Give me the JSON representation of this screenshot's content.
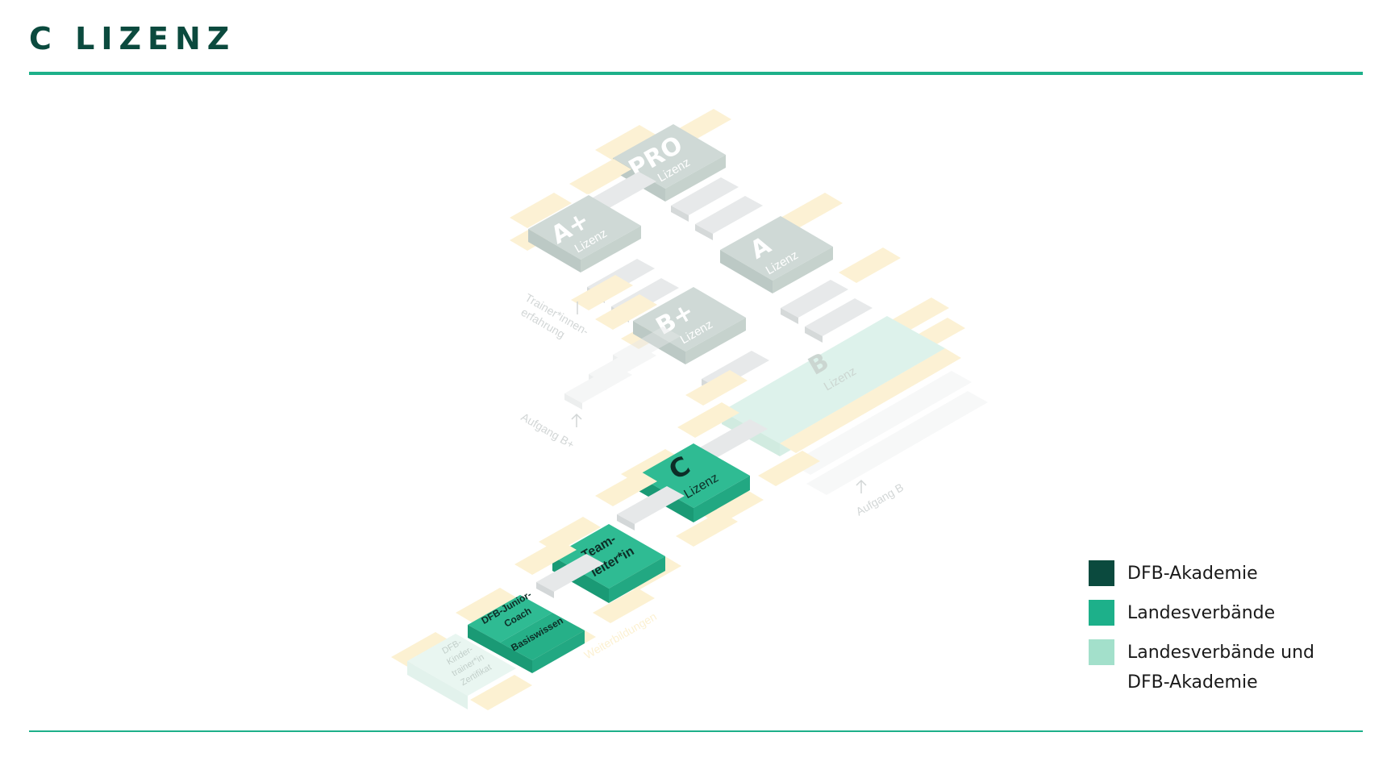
{
  "header": {
    "title": "C LIZENZ"
  },
  "blocks": {
    "pro": {
      "line1": "PRO",
      "line2": "Lizenz"
    },
    "aplus": {
      "line1": "A+",
      "line2": "Lizenz"
    },
    "a": {
      "line1": "A",
      "line2": "Lizenz"
    },
    "bplus": {
      "line1": "B+",
      "line2": "Lizenz"
    },
    "b": {
      "line1": "B",
      "line2": "Lizenz"
    },
    "c": {
      "line1": "C",
      "line2": "Lizenz"
    },
    "teamleiter": {
      "line1": "Team-",
      "line2": "leiter*in"
    },
    "junior": {
      "line1": "DFB-Junior-",
      "line2": "Coach"
    },
    "basis": {
      "line1": "Basiswissen"
    },
    "kinder": {
      "line1": "DFB-",
      "line2": "Kinder-",
      "line3": "trainer*in",
      "line4": "Zertifikat"
    }
  },
  "annotations": {
    "trainer_line1": "Trainer*innen-",
    "trainer_line2": "erfahrung",
    "aufgang_bplus": "Aufgang B+",
    "aufgang_b": "Aufgang B",
    "weiterbildungen": "Weiterbildungen"
  },
  "legend": [
    {
      "label": "DFB-Akademie",
      "color": "#0b4a3e"
    },
    {
      "label": "Landesverbände",
      "color": "#1db08a"
    },
    {
      "label": "Landesverbände und\nDFB-Akademie",
      "color": "#a3e0cb"
    }
  ],
  "colors": {
    "accent": "#1db08a",
    "dark": "#0b4a3e",
    "tile_yellow": "#fcf1d2",
    "block_gray": "#cdd8d4",
    "step_gray": "#dfe3e4",
    "b_block": "#dcf2ea"
  }
}
